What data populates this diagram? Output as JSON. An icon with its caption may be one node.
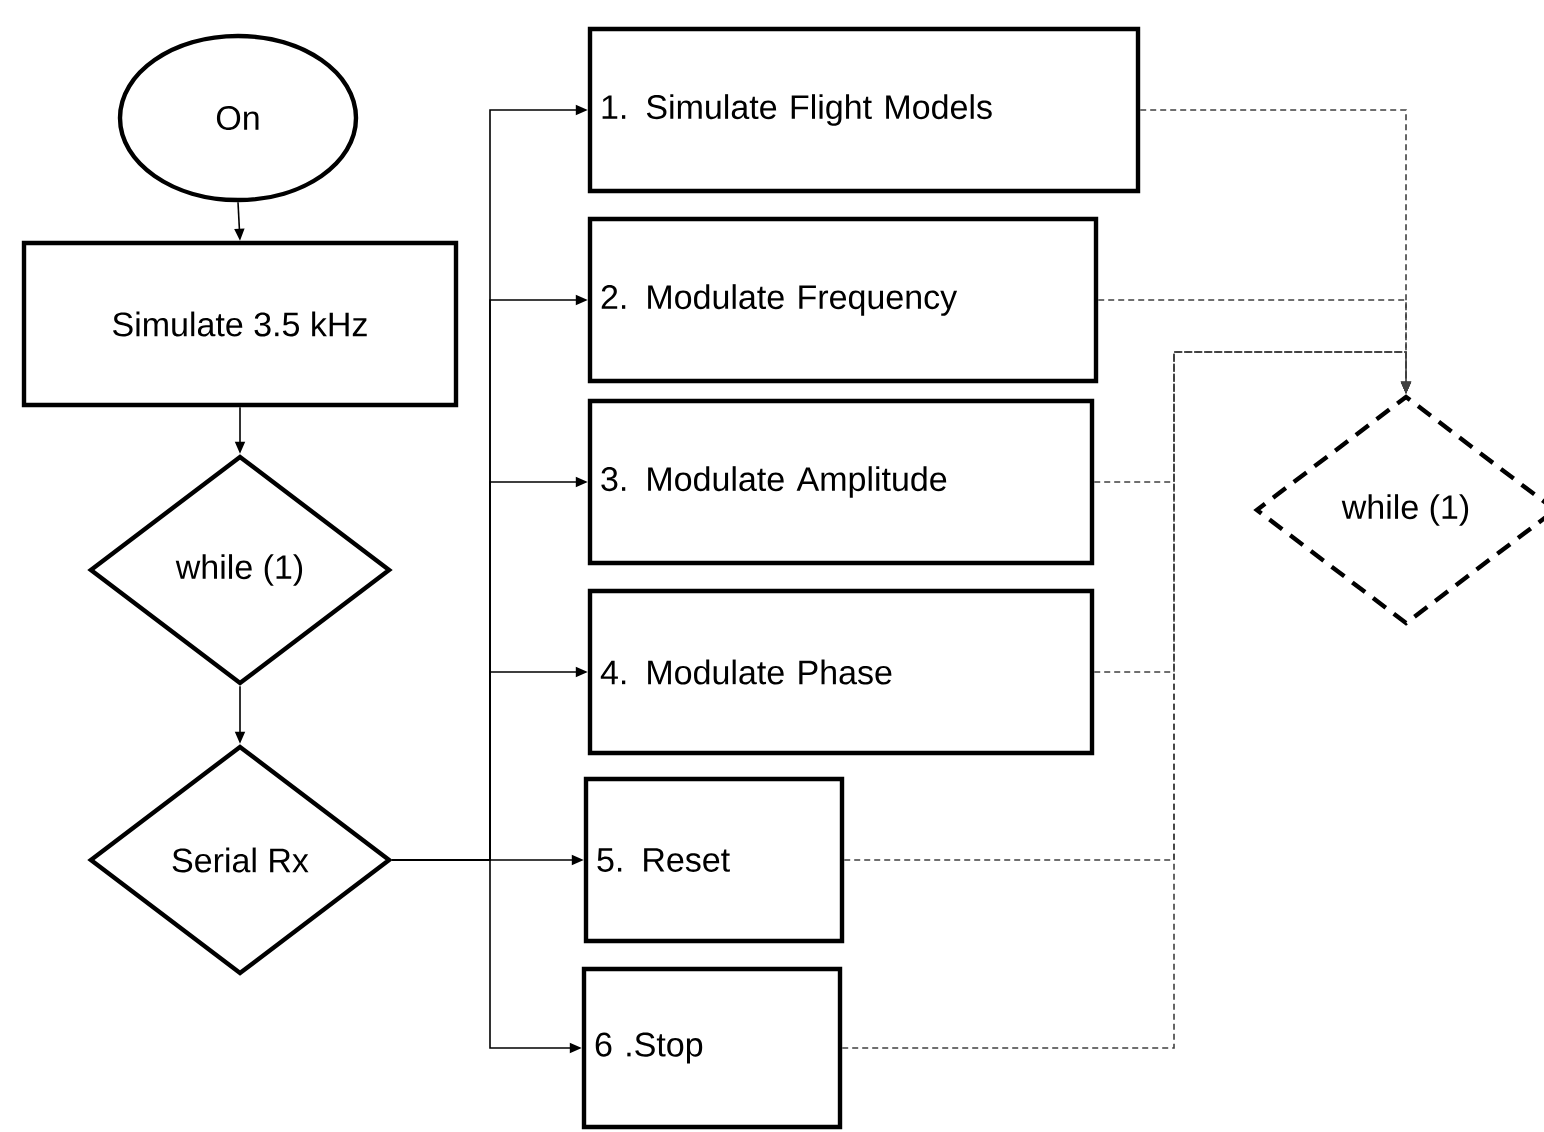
{
  "diagram": {
    "nodes": [
      {
        "text": [
          "On"
        ]
      },
      {
        "text": [
          "Simulate 3.5 kHz"
        ]
      },
      {
        "text": [
          "while (1)"
        ]
      },
      {
        "text": [
          "Serial Rx"
        ]
      },
      {
        "text": [
          "1. Simulate Flight Models"
        ]
      },
      {
        "text": [
          "2. Modulate Frequency"
        ]
      },
      {
        "text": [
          "3. Modulate Amplitude"
        ]
      },
      {
        "text": [
          "4. Modulate Phase"
        ]
      },
      {
        "text": [
          "5. Reset"
        ]
      },
      {
        "text": [
          "6 .Stop"
        ]
      },
      {
        "text": [
          "while (1)"
        ]
      }
    ],
    "edges": [
      {
        "from": 0,
        "to": 1,
        "arrow": "to"
      },
      {
        "from": 1,
        "to": 2,
        "arrow": "to"
      },
      {
        "from": 2,
        "to": 3,
        "arrow": "to"
      },
      {
        "from": 3,
        "to": 4,
        "arrow": "to"
      },
      {
        "from": 3,
        "to": 5,
        "arrow": "to"
      },
      {
        "from": 3,
        "to": 6,
        "arrow": "to"
      },
      {
        "from": 3,
        "to": 7,
        "arrow": "to"
      },
      {
        "from": 3,
        "to": 8,
        "arrow": "to"
      },
      {
        "from": 3,
        "to": 9,
        "arrow": "to"
      },
      {
        "from": 4,
        "to": 10,
        "arrow": "to",
        "style": "dashed",
        "color": "#404040"
      },
      {
        "from": 5,
        "to": 10,
        "arrow": "to",
        "style": "dashed",
        "color": "#404040"
      },
      {
        "from": 6,
        "to": 10,
        "arrow": "to",
        "style": "dashed",
        "color": "#404040"
      },
      {
        "from": 7,
        "to": 10,
        "arrow": "to",
        "style": "dashed",
        "color": "#404040"
      },
      {
        "from": 8,
        "to": 10,
        "arrow": "to",
        "style": "dashed",
        "color": "#404040"
      },
      {
        "from": 9,
        "to": 10,
        "arrow": "to",
        "style": "dashed",
        "color": "#404040"
      }
    ]
  }
}
